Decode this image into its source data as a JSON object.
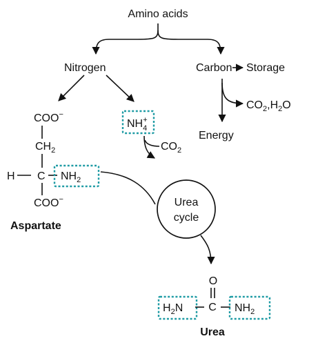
{
  "labels": {
    "amino_acids": "Amino acids",
    "nitrogen": "Nitrogen",
    "carbon": "Carbon",
    "storage": "Storage",
    "co2_h2o": {
      "co": "CO",
      "two": "2",
      "sep": ",H",
      "two_b": "2",
      "o": "O"
    },
    "energy": "Energy",
    "ammonium": {
      "base": "NH",
      "sub": "4",
      "sup": "+"
    },
    "co2": {
      "base": "CO",
      "sub": "2"
    },
    "urea_cycle": {
      "line1": "Urea",
      "line2": "cycle"
    }
  },
  "aspartate": {
    "coo_top": "COO",
    "coo_bottom": "COO",
    "minus": "−",
    "ch2": {
      "base": "CH",
      "sub": "2"
    },
    "h": "H",
    "c": "C",
    "nh2": {
      "base": "NH",
      "sub": "2"
    },
    "name": "Aspartate"
  },
  "urea": {
    "o": "O",
    "c": "C",
    "h2n": {
      "h": "H",
      "sub": "2",
      "n": "N"
    },
    "nh2": {
      "base": "NH",
      "sub": "2"
    },
    "name": "Urea"
  },
  "colors": {
    "highlight_box": "#1e9ba4",
    "ink": "#111111"
  }
}
